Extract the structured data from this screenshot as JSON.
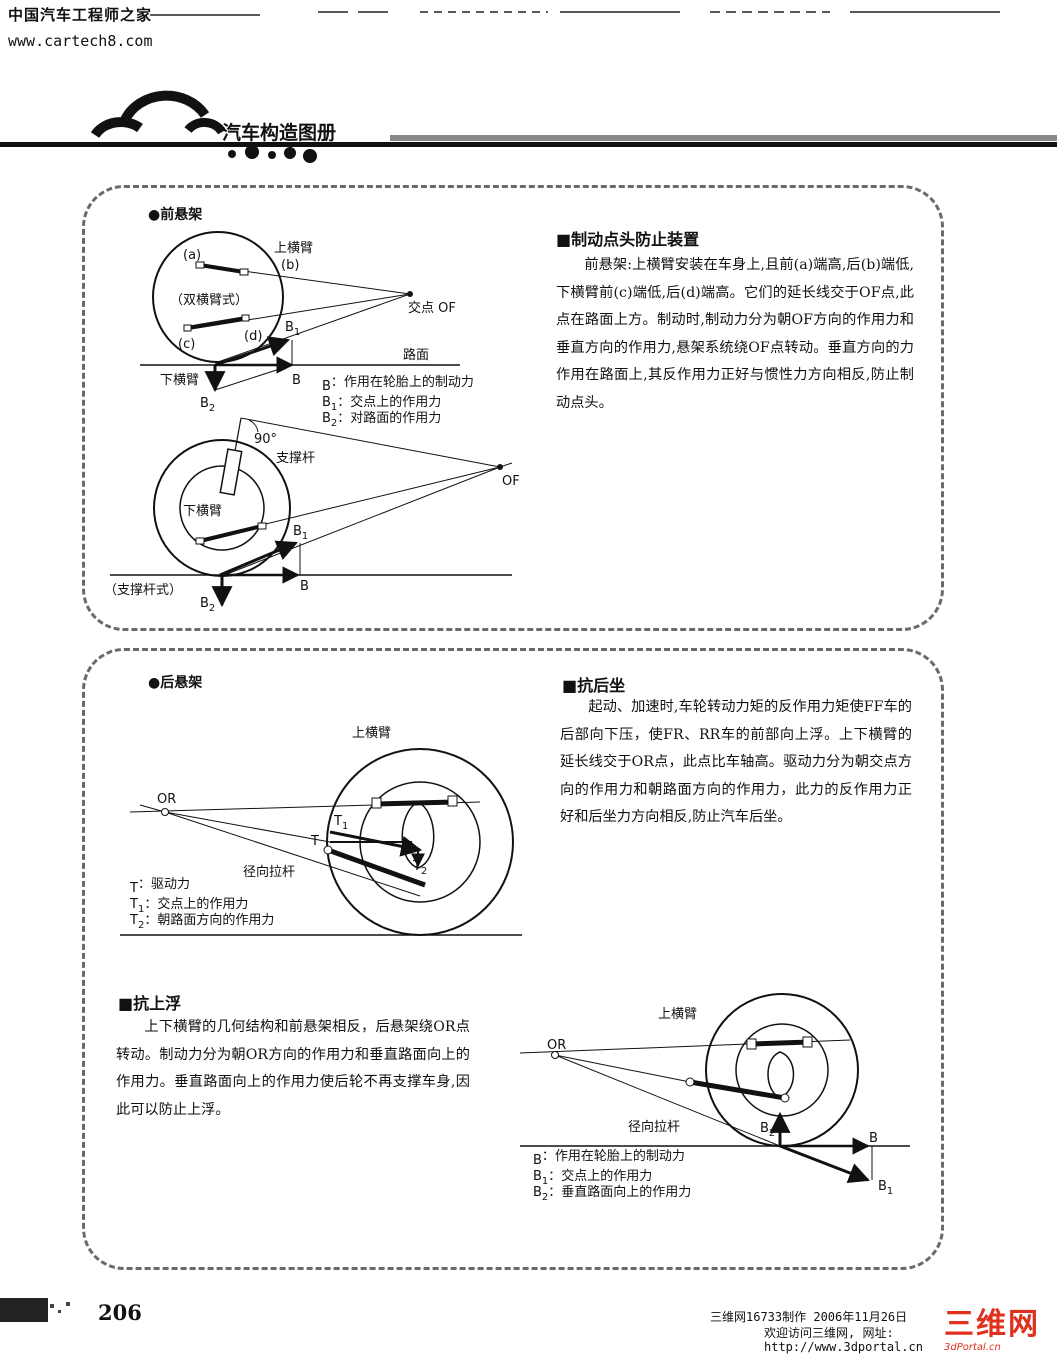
{
  "watermark": {
    "site_name": "中国汽车工程师之家",
    "url": "www.cartech8.com"
  },
  "header": {
    "book_title": "汽车构造图册"
  },
  "front": {
    "section_label": "●前悬架",
    "heading": "■制动点头防止装置",
    "paragraph": "前悬架:上横臂安装在车身上,且前(a)端高,后(b)端低,下横臂前(c)端低,后(d)端高。它们的延长线交于OF点,此点在路面上方。制动时,制动力分为朝OF方向的作用力和垂直方向的作用力,悬架系统绕OF点转动。垂直方向的力作用在路面上,其反作用力正好与惯性力方向相反,防止制动点头。",
    "diagram1": {
      "upper_arm": "上横臂",
      "point_a": "(a)",
      "point_b": "(b)",
      "point_c": "(c)",
      "point_d": "(d)",
      "type": "（双横臂式）",
      "of_point": "交点 OF",
      "road": "路面",
      "lower_arm": "下横臂",
      "b": "B",
      "b1": "B",
      "b2": "B",
      "sub1": "1",
      "sub2": "2",
      "legend": [
        {
          "key": "B",
          "sub": "",
          "text": "：作用在轮胎上的制动力"
        },
        {
          "key": "B",
          "sub": "1",
          "text": "：交点上的作用力"
        },
        {
          "key": "B",
          "sub": "2",
          "text": "：对路面的作用力"
        }
      ]
    },
    "diagram2": {
      "angle": "90°",
      "strut": "支撑杆",
      "of_point": "OF",
      "lower_arm": "下横臂",
      "type": "（支撑杆式）",
      "b": "B",
      "b1": "B",
      "b2": "B",
      "sub1": "1",
      "sub2": "2"
    }
  },
  "rear": {
    "section_label": "●后悬架",
    "heading_squat": "■抗后坐",
    "squat_paragraph": "起动、加速时,车轮转动力矩的反作用力矩使FF车的后部向下压，使FR、RR车的前部向上浮。上下横臂的延长线交于OR点，此点比车轴高。驱动力分为朝交点方向的作用力和朝路面方向的作用力，此力的反作用力正好和后坐力方向相反,防止汽车后坐。",
    "heading_lift": "■抗上浮",
    "lift_paragraph": "上下横臂的几何结构和前悬架相反，后悬架绕OR点转动。制动力分为朝OR方向的作用力和垂直路面向上的作用力。垂直路面向上的作用力使后轮不再支撑车身,因此可以防止上浮。",
    "diagram3": {
      "upper_arm": "上横臂",
      "or_point": "OR",
      "t": "T",
      "t1": "T",
      "t2": "T",
      "sub1": "1",
      "sub2": "2",
      "radius_rod": "径向拉杆",
      "legend": [
        {
          "key": "T",
          "sub": "",
          "text": "：驱动力"
        },
        {
          "key": "T",
          "sub": "1",
          "text": "：交点上的作用力"
        },
        {
          "key": "T",
          "sub": "2",
          "text": "：朝路面方向的作用力"
        }
      ]
    },
    "diagram4": {
      "upper_arm": "上横臂",
      "or_point": "OR",
      "radius_rod": "径向拉杆",
      "b": "B",
      "b1": "B",
      "b2": "B",
      "sub1": "1",
      "sub2": "2",
      "legend": [
        {
          "key": "B",
          "sub": "",
          "text": "：作用在轮胎上的制动力"
        },
        {
          "key": "B",
          "sub": "1",
          "text": "：交点上的作用力"
        },
        {
          "key": "B",
          "sub": "2",
          "text": "：垂直路面向上的作用力"
        }
      ]
    }
  },
  "footer": {
    "page_number": "206",
    "maker_line": "三维网16733制作  2006年11月26日",
    "visit_line": "欢迎访问三维网, 网址:",
    "url": "http://www.3dportal.cn",
    "logo_text": "三维网",
    "logo_sub": "3dPortal.cn"
  }
}
